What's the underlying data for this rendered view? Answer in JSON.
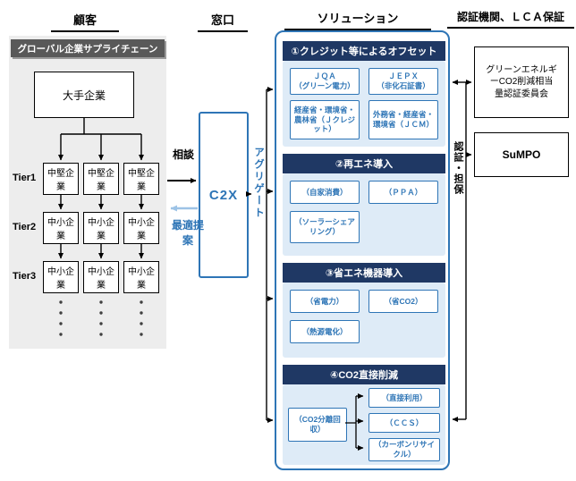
{
  "lanes": {
    "customer": "顧客",
    "window": "窓口",
    "solution": "ソリューション",
    "certifier": "認証機関、ＬＣＡ保証"
  },
  "supply_chain": {
    "title": "グローバル企業サプライチェーン",
    "parent": "大手企業",
    "tiers": [
      {
        "label": "Tier1",
        "companies": [
          "中堅企業",
          "中堅企業",
          "中堅企業"
        ]
      },
      {
        "label": "Tier2",
        "companies": [
          "中小企業",
          "中小企業",
          "中小企業"
        ]
      },
      {
        "label": "Tier3",
        "companies": [
          "中小企業",
          "中小企業",
          "中小企業"
        ]
      }
    ]
  },
  "flow": {
    "consult": "相談",
    "hub": "C2X",
    "proposal": "最適提案",
    "aggregate": "アグリゲート"
  },
  "solution": {
    "sections": [
      {
        "title": "①クレジット等によるオフセット",
        "items": [
          "ＪＱＡ\n（グリーン電力）",
          "ＪＥＰＸ\n（非化石証書）",
          "経産省・環境省・農林省（Ｊクレジット）",
          "外務省・経産省・環境省（ＪＣＭ）"
        ]
      },
      {
        "title": "②再エネ導入",
        "items": [
          "（自家消費）",
          "（ＰＰＡ）",
          "（ソーラーシェアリング）"
        ]
      },
      {
        "title": "③省エネ機器導入",
        "items": [
          "（省電力）",
          "（省CO2）",
          "（熱源電化）"
        ]
      },
      {
        "title": "④CO2直接削減",
        "items": [
          "（CO2分離回収）",
          "（直接利用）",
          "（ＣＣＳ）",
          "（カーボンリサイクル）"
        ]
      }
    ]
  },
  "certification": {
    "label": "認証・担保",
    "committee": "グリーンエネルギーCO2削減相当量認証委員会",
    "partner": "SuMPO"
  },
  "colors": {
    "navy": "#1F3864",
    "blue": "#2E75B6",
    "light_blue_fill": "#DEEBF7",
    "proposal_arrow": "#9DC3E6",
    "panel_gray": "#EDEDED",
    "title_gray": "#595959"
  }
}
